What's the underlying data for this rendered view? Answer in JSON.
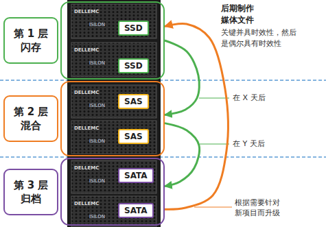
{
  "diagram": {
    "title": "后期制作 媒体文件",
    "nodes": [
      {
        "text": [
          "第 1 层 闪存"
        ]
      },
      {
        "text": [
          "SSD"
        ],
        "in": 0
      },
      {
        "text": [
          "SSD"
        ],
        "in": 0
      },
      {
        "text": [
          "第 2 层 混合"
        ]
      },
      {
        "text": [
          "SAS"
        ],
        "in": 3
      },
      {
        "text": [
          "SAS"
        ],
        "in": 3
      },
      {
        "text": [
          "第 3 层 归档"
        ]
      },
      {
        "text": [
          "SATA"
        ],
        "in": 6
      },
      {
        "text": [
          "SATA"
        ],
        "in": 6
      }
    ],
    "edges": [
      {
        "from": 0,
        "to": 3,
        "label": "在 X 天后",
        "arrow": "to"
      },
      {
        "from": 3,
        "to": 6,
        "label": "在 Y 天后",
        "arrow": "to"
      },
      {
        "from": 6,
        "to": 0,
        "label": "根据需要针对新项目而升级",
        "arrow": "to"
      }
    ],
    "labels": [
      "关键并具时效性，然后是偶尔具有时效性",
      "DELLEMC",
      "ISILON",
      "DELLEMC",
      "ISILON",
      "DELLEMC",
      "ISILON",
      "DELLEMC",
      "ISILON",
      "DELLEMC",
      "ISILON",
      "DELLEMC",
      "ISILON"
    ]
  }
}
